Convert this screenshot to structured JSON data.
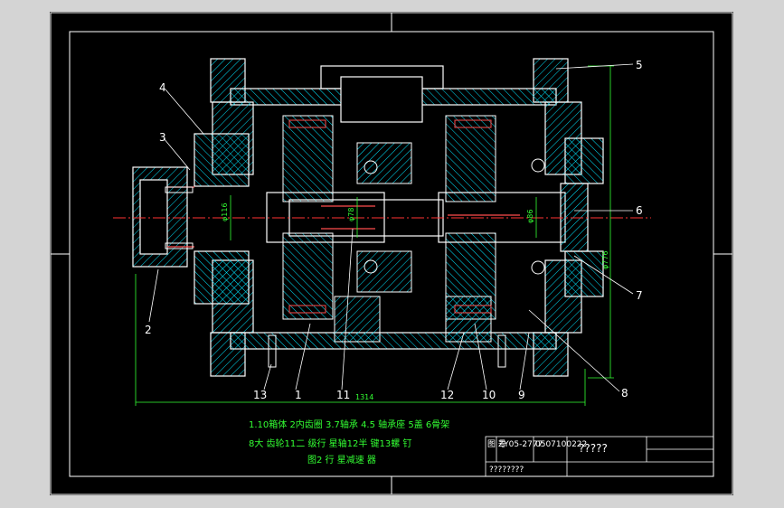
{
  "drawing": {
    "part_labels": [
      "1",
      "2",
      "3",
      "4",
      "5",
      "6",
      "7",
      "8",
      "9",
      "10",
      "11",
      "12",
      "13"
    ],
    "dimensions": {
      "overall_length": "1314",
      "shaft_dia_left": "φ116",
      "shaft_dia_center": "φ78",
      "shaft_dia_right": "φ86",
      "height": "φ776"
    },
    "notes": [
      "1.10箱体 2内齿圈 3.7轴承 4.5 轴承座 5盖 6骨架",
      "8大 齿轮11二 级行 星轴12半 键13螺 钉",
      "图2 行 星减速 器"
    ]
  },
  "title_block": {
    "code_a": "ZY05-2777",
    "code_b": "0507100222",
    "drawing_title": "?????",
    "designer": "????????",
    "tag": "图 号"
  },
  "colors": {
    "background": "#000000",
    "outline": "#ffffff",
    "section": "#00e5ff",
    "dimension": "#33ff33",
    "centerline": "#ff3333",
    "part": "#ff4d4d"
  }
}
